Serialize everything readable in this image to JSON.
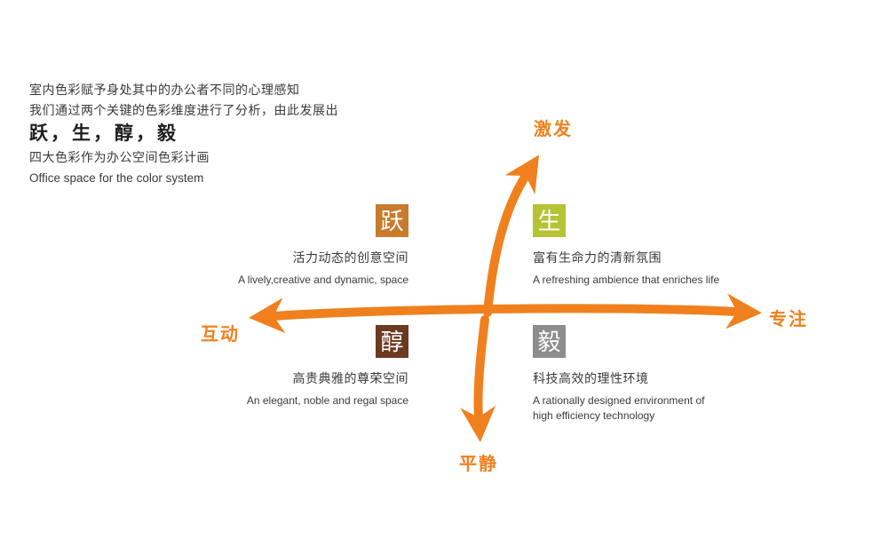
{
  "colors": {
    "accent_orange": "#F0801D",
    "text_dark": "#3B3B3B",
    "yue_square": "#C97B2D",
    "sheng_square": "#B5C334",
    "chun_square": "#6B3A20",
    "yi_square": "#8D8D8D"
  },
  "intro": {
    "line1": "室内色彩赋予身处其中的办公者不同的心理感知",
    "line2": "我们通过两个关键的色彩维度进行了分析，由此发展出",
    "keywords": "跃，生，醇，毅",
    "line4": "四大色彩作为办公空间色彩计画",
    "line5": "Office space for the color system"
  },
  "axes": {
    "top_label": "激发",
    "bottom_label": "平静",
    "left_label": "互动",
    "right_label": "专注"
  },
  "quadrants": [
    {
      "character": "跃",
      "color": "#C97B2D",
      "title_zh": "活力动态的创意空间",
      "title_en": "A lively,creative and dynamic, space"
    },
    {
      "character": "生",
      "color": "#B5C334",
      "title_zh": "富有生命力的清新氛围",
      "title_en": "A refreshing ambience that enriches life"
    },
    {
      "character": "醇",
      "color": "#6B3A20",
      "title_zh": "高贵典雅的尊荣空间",
      "title_en": "An elegant, noble and regal space"
    },
    {
      "character": "毅",
      "color": "#8D8D8D",
      "title_zh": "科技高效的理性环境",
      "title_en": "A rationally designed environment of high efficiency technology"
    }
  ]
}
